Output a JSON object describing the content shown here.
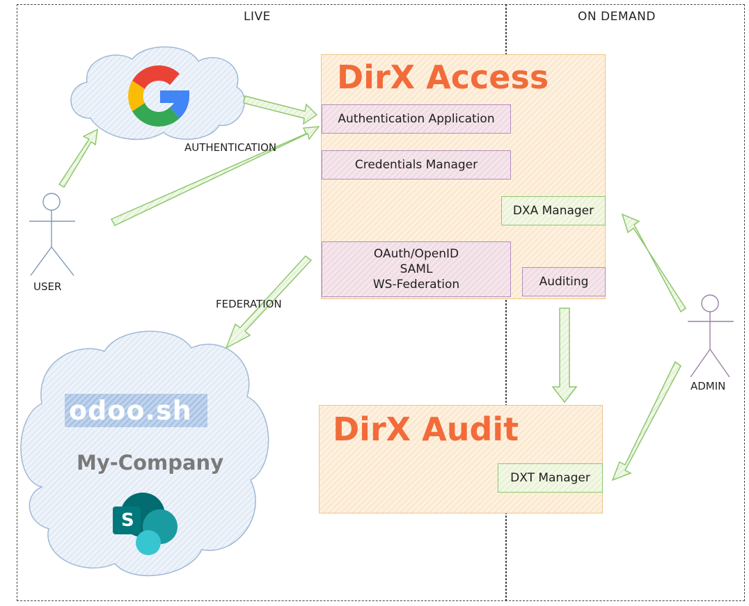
{
  "zones": {
    "live": {
      "label": "LIVE"
    },
    "on_demand": {
      "label": "ON DEMAND"
    }
  },
  "dirx_access": {
    "title": "DirX Access",
    "components": {
      "authentication_application": "Authentication Application",
      "credentials_manager": "Credentials Manager",
      "dxa_manager": "DXA Manager",
      "protocols": [
        "OAuth/OpenID",
        "SAML",
        "WS-Federation"
      ],
      "auditing": "Auditing"
    }
  },
  "dirx_audit": {
    "title": "DirX Audit",
    "components": {
      "dxt_manager": "DXT Manager"
    }
  },
  "actors": {
    "user": "USER",
    "admin": "ADMIN"
  },
  "flows": {
    "authentication": "AUTHENTICATION",
    "federation": "FEDERATION"
  },
  "clouds": {
    "google": {
      "logo": "G",
      "name": "Google"
    },
    "company": {
      "odoo_logo": "odoo.sh",
      "name": "My-Company",
      "sharepoint_logo": "S"
    }
  },
  "colors": {
    "brand_orange": "#f26b3a",
    "panel_border": "#f0c48a",
    "arrow_green": "#8dc76d",
    "component_purple": "#b48dbd",
    "cloud_blue": "#9fb8d6",
    "actor_user": "#7e97b8",
    "actor_admin": "#9e7fa8"
  }
}
